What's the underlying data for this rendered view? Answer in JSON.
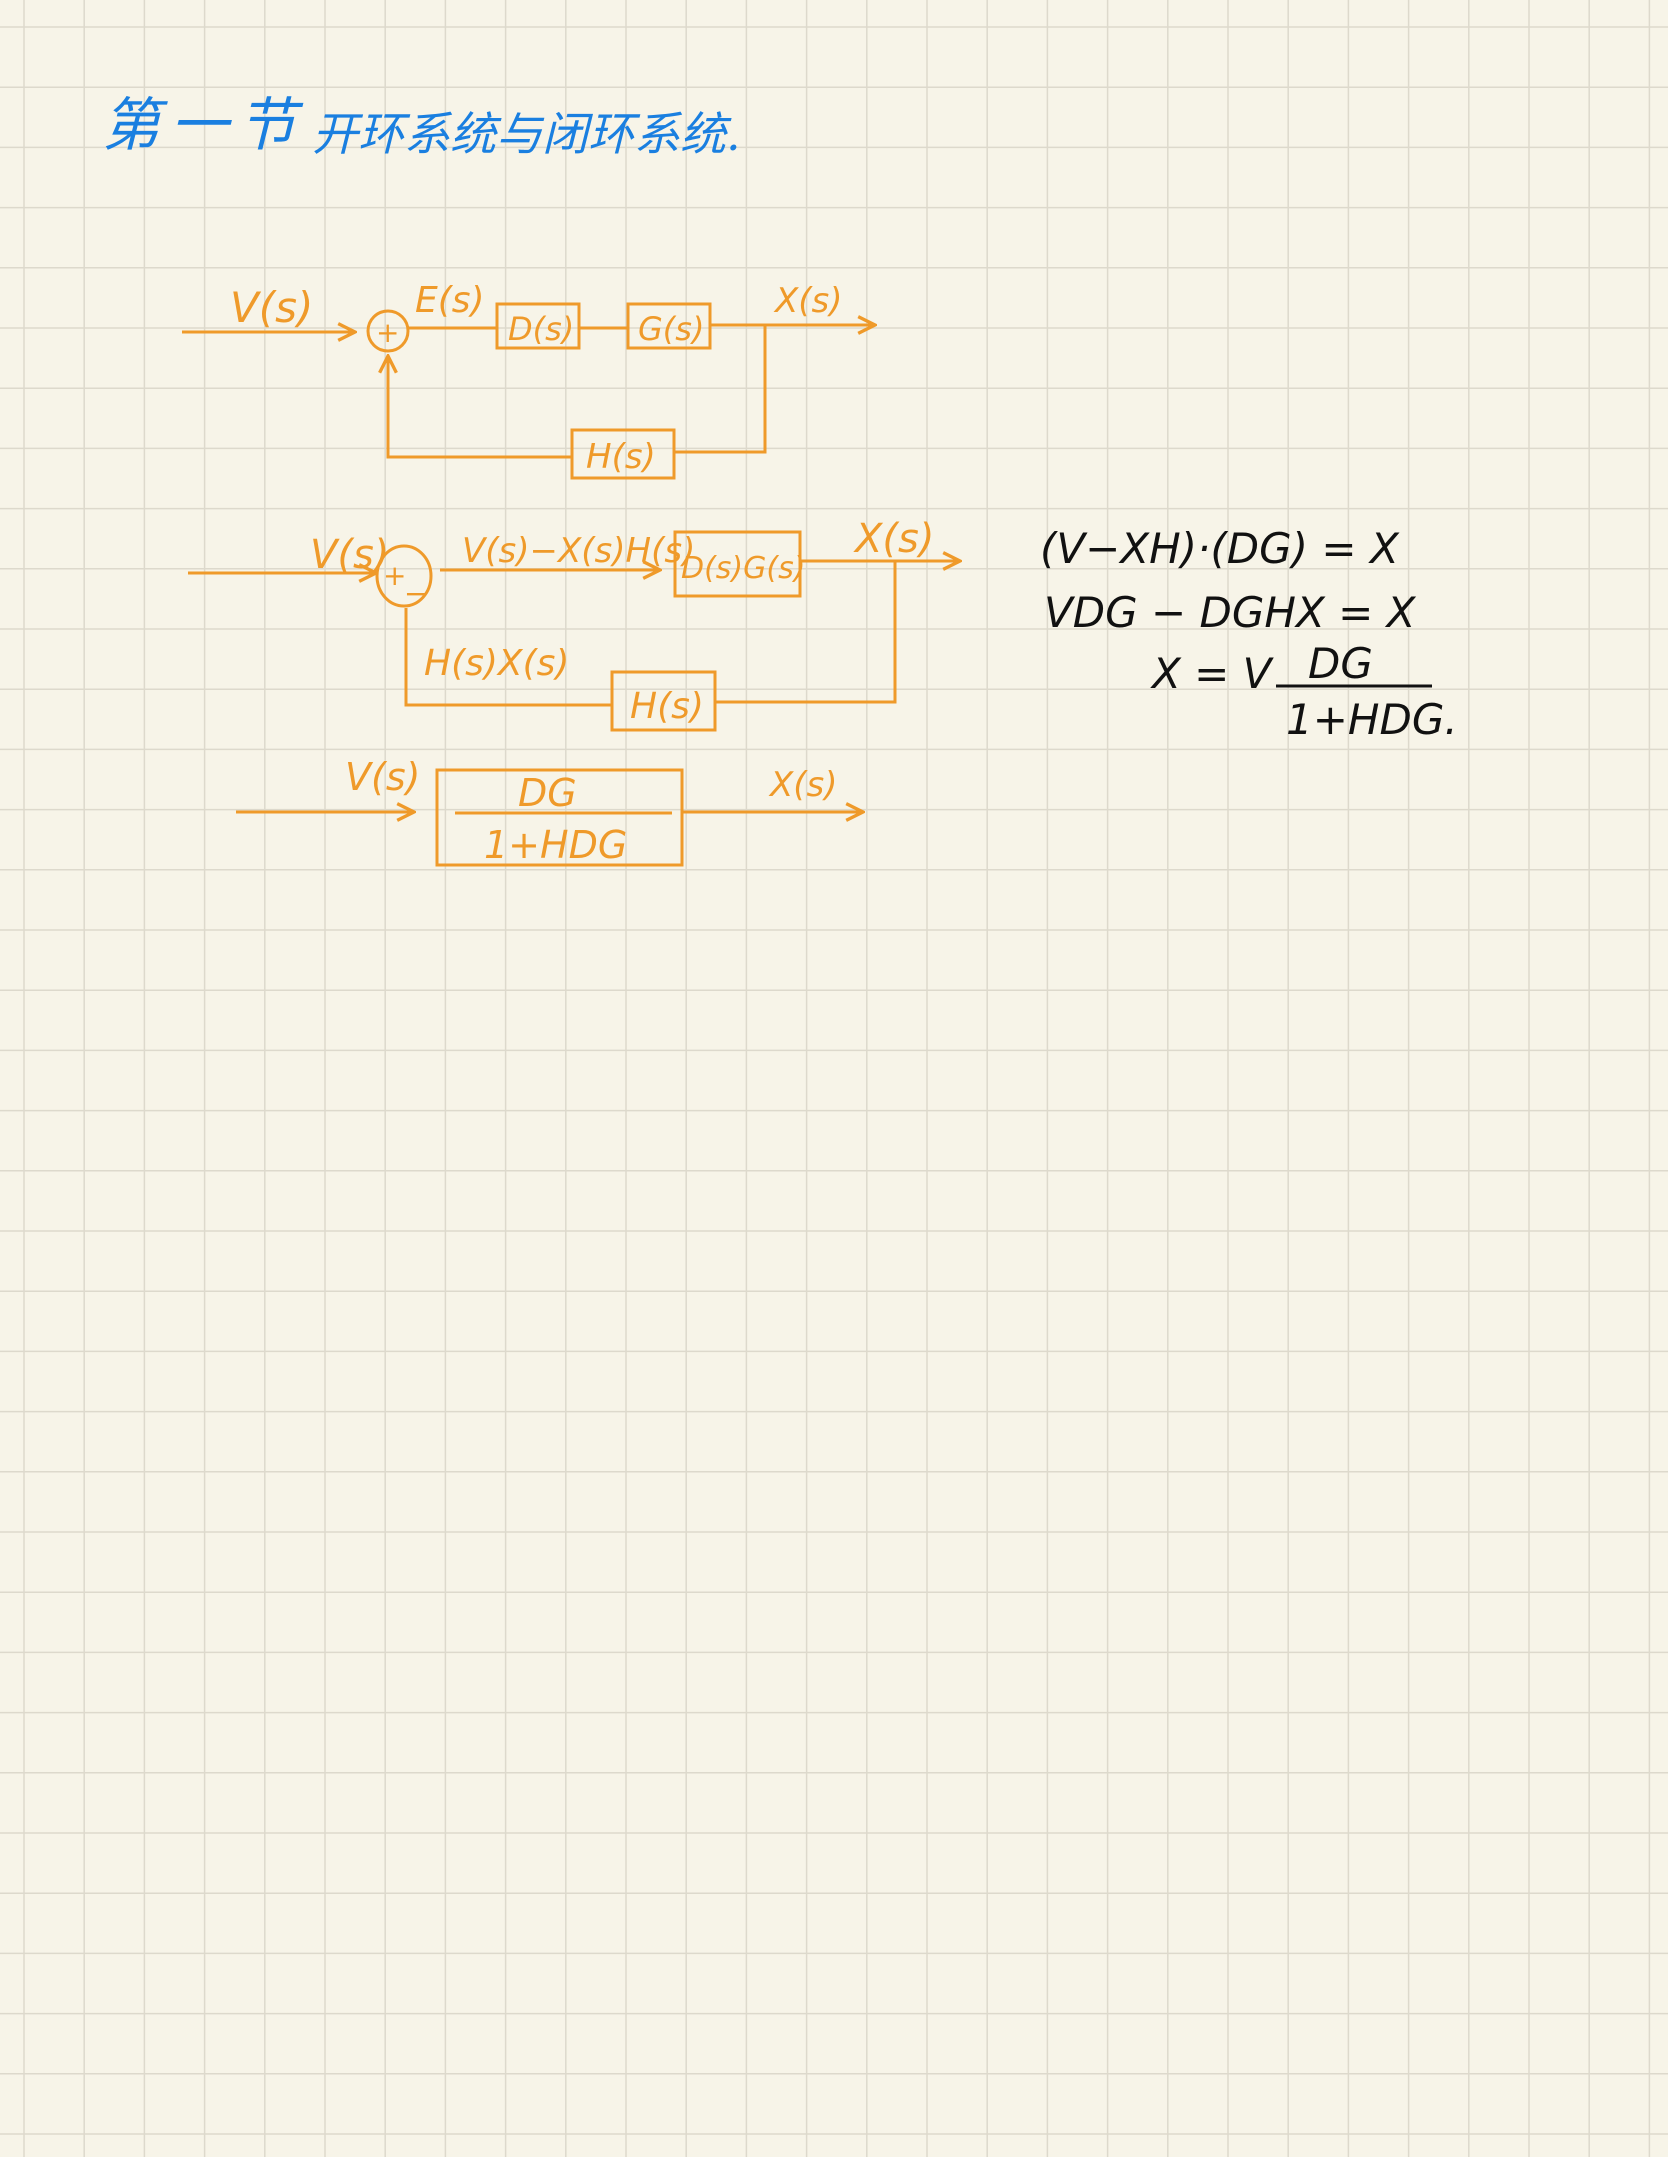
{
  "title": {
    "section": "第一节",
    "topic": "开环系统与闭环系统."
  },
  "colors": {
    "paper": "#f7f4e8",
    "grid": "#ddd9cc",
    "title": "#1a7fe0",
    "diagram": "#ef9a2a",
    "math": "#111111"
  },
  "diagram1": {
    "input": "V(s)",
    "sum_sign": "+",
    "error": "E(s)",
    "block_d": "D(s)",
    "block_g": "G(s)",
    "output": "X(s)",
    "feedback": "H(s)"
  },
  "diagram2": {
    "input": "V(s)",
    "sum_plus": "+",
    "sum_minus": "−",
    "error": "V(s)−X(s)H(s)",
    "forward": "D(s)G(s)",
    "output": "X(s)",
    "feedback_signal": "H(s)X(s)",
    "feedback": "H(s)"
  },
  "diagram3": {
    "input": "V(s)",
    "numerator": "DG",
    "denominator": "1+HDG",
    "output": "X(s)"
  },
  "derivation": {
    "line1": "(V−XH)·(DG) = X",
    "line2": "VDG − DGHX = X",
    "line3_lhs": "X =  V",
    "line3_num": "DG",
    "line3_den": "1+HDG."
  }
}
